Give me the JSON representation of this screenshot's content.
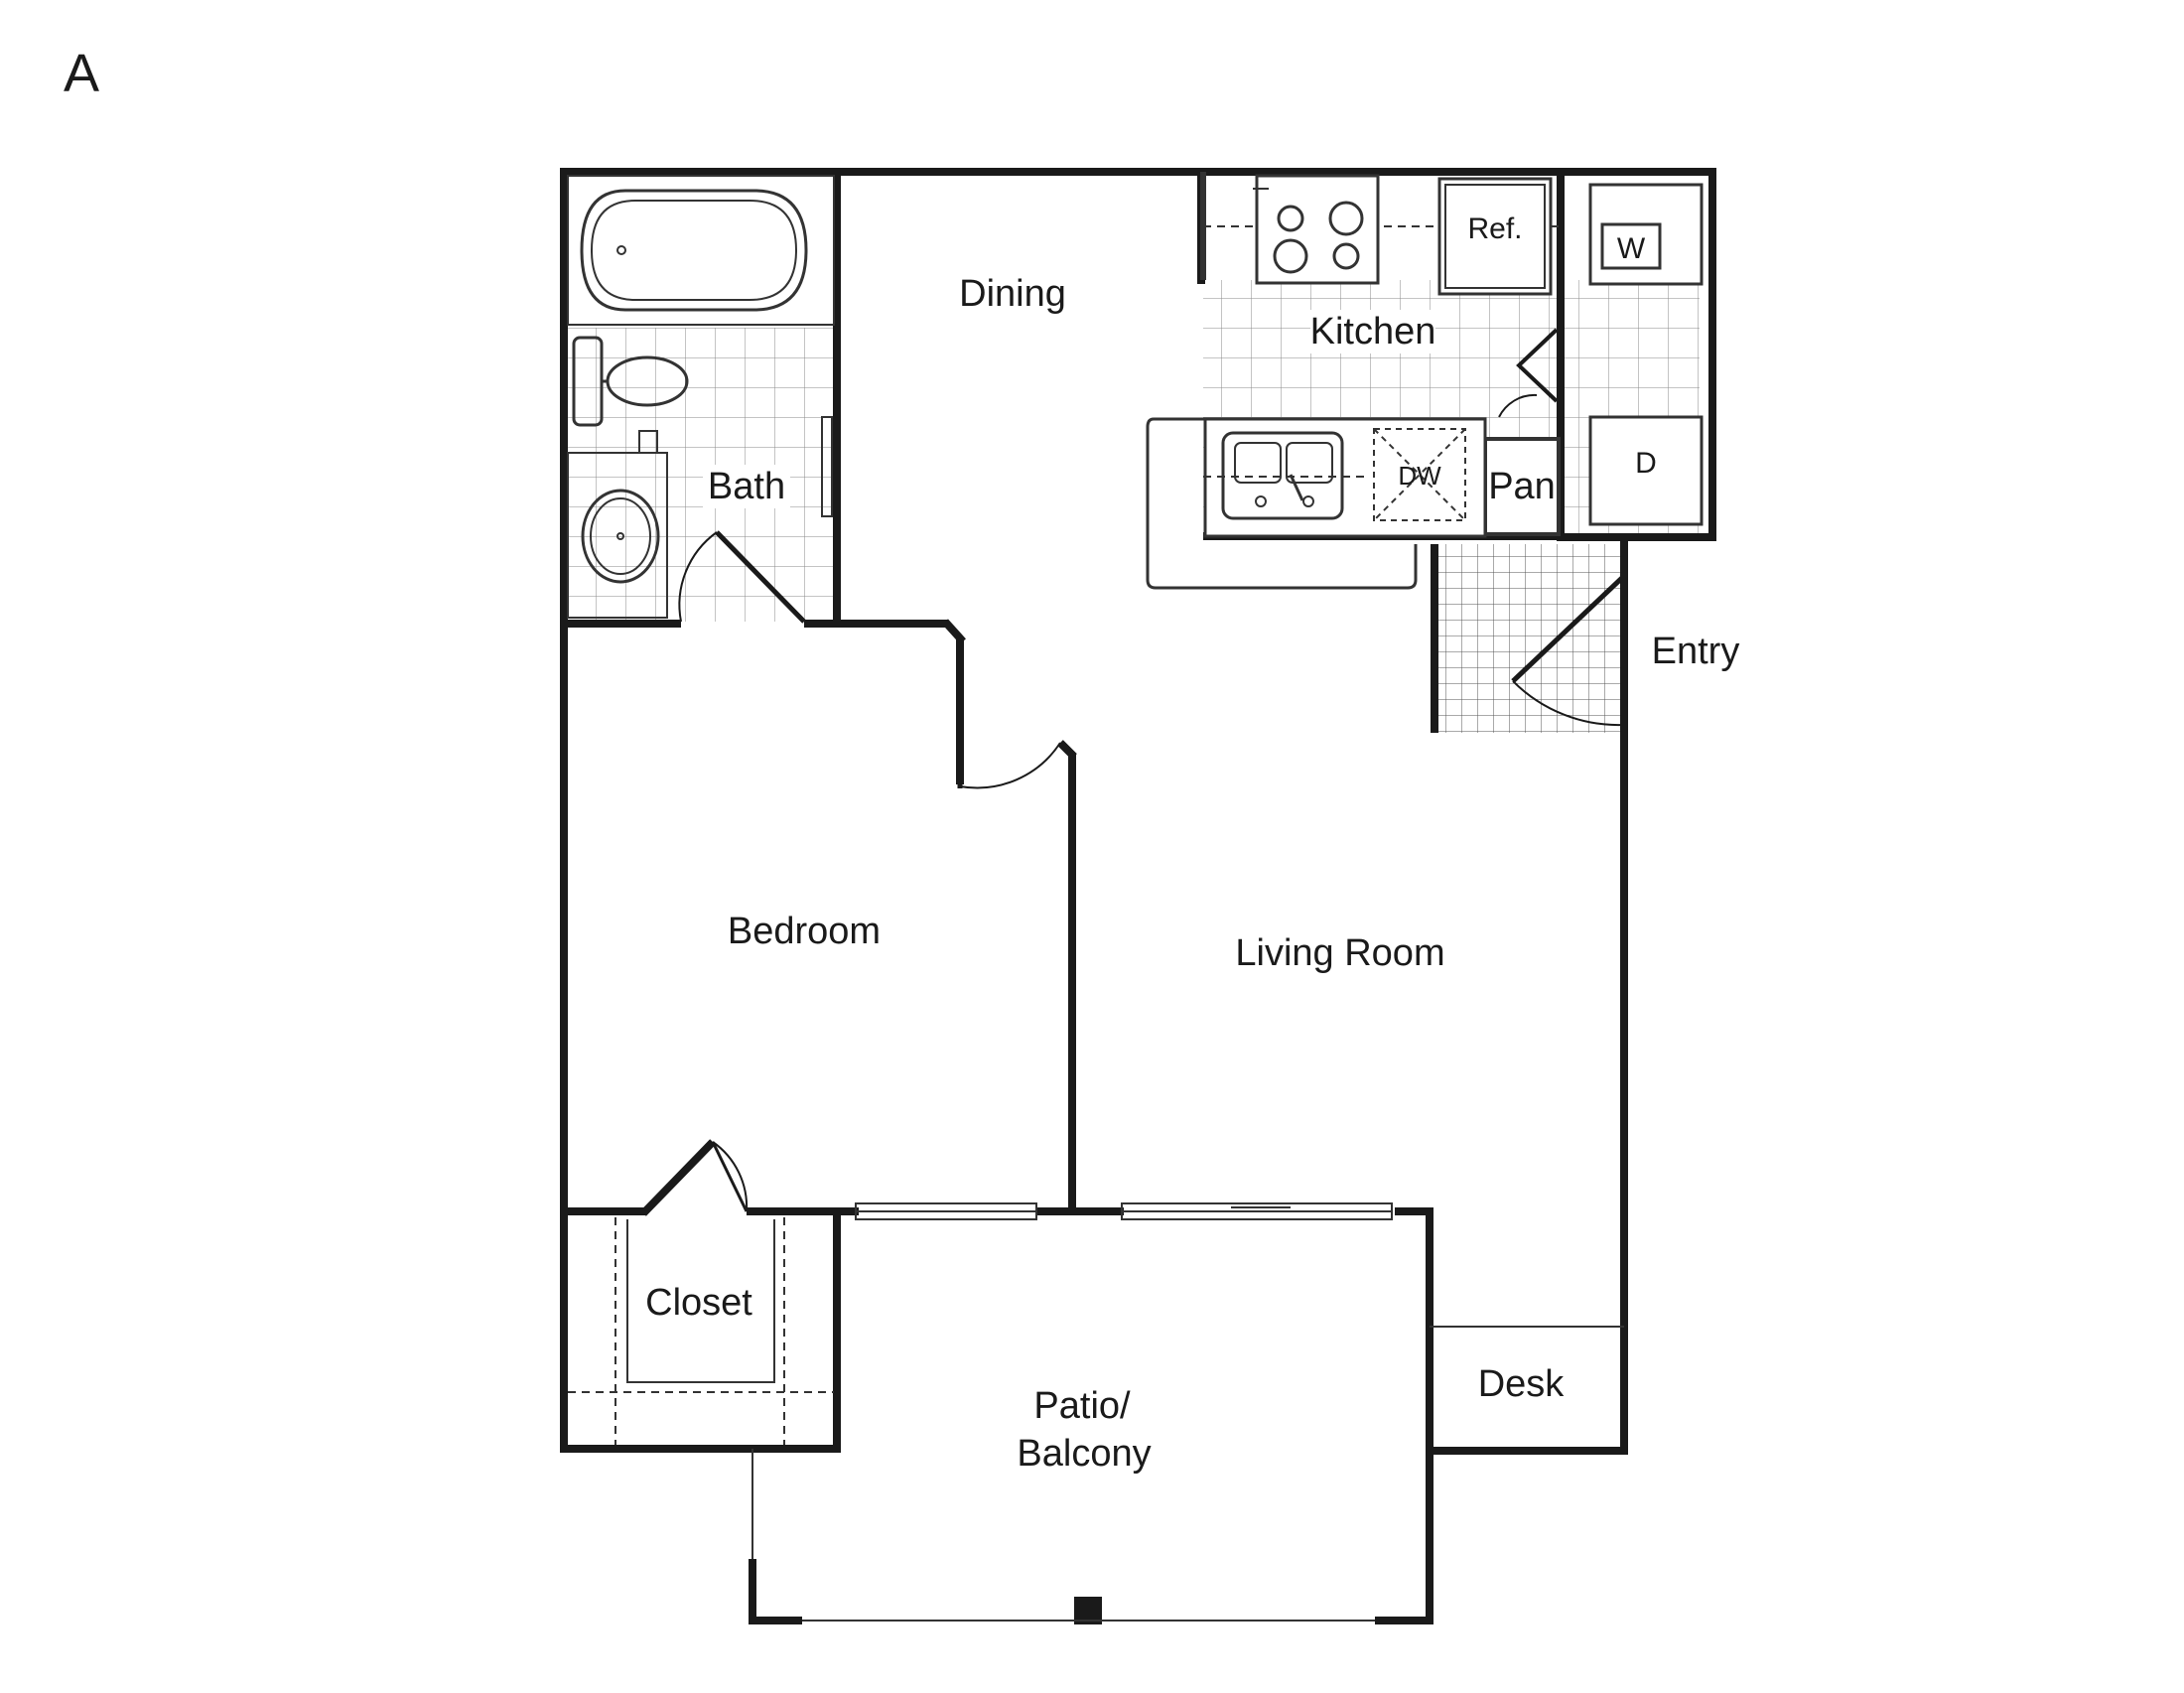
{
  "plan": {
    "letter": "A"
  },
  "rooms": {
    "dining": "Dining",
    "kitchen": "Kitchen",
    "bath": "Bath",
    "bedroom": "Bedroom",
    "living_room": "Living Room",
    "entry": "Entry",
    "closet": "Closet",
    "patio_line1": "Patio/",
    "patio_line2": "Balcony",
    "desk": "Desk",
    "pantry": "Pan"
  },
  "fixtures": {
    "refrigerator": "Ref.",
    "washer": "W",
    "dryer": "D",
    "dishwasher": "DW"
  },
  "colors": {
    "wall": "#1a1a1a",
    "line": "#333333",
    "tile": "#8a8a8a"
  }
}
